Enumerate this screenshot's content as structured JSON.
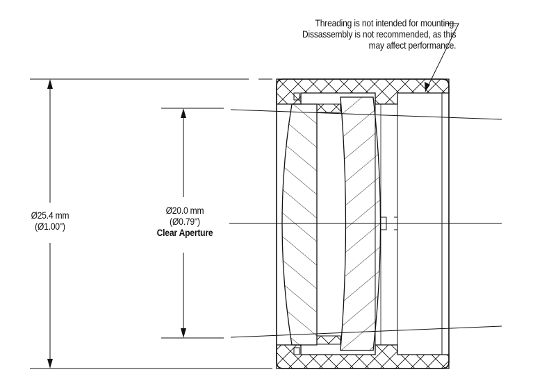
{
  "annotation": {
    "line1": "Threading is not intended for mounting.",
    "line2": "Dissassembly is not recommended, as this",
    "line3": "may affect performance."
  },
  "outer_dimension": {
    "metric": "Ø25.4 mm",
    "imperial": "(Ø1.00\")"
  },
  "clear_aperture": {
    "metric": "Ø20.0 mm",
    "imperial": "(Ø0.79\")",
    "label": "Clear Aperture"
  },
  "colors": {
    "line": "#111111",
    "background": "#ffffff"
  }
}
